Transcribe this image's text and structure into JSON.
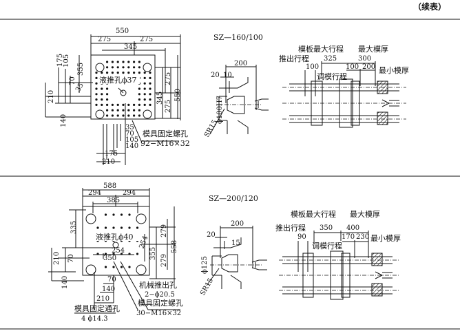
{
  "header": {
    "continued": "（续表）"
  },
  "models": [
    {
      "name": "SZ—160/100",
      "plate": {
        "top": [
          "550",
          "275",
          "275",
          "345"
        ],
        "right": [
          "275",
          "275",
          "345",
          "550"
        ],
        "left": [
          "175",
          "105",
          "355",
          "70",
          "35",
          "210",
          "140"
        ],
        "bottom": [
          "35",
          "70",
          "105",
          "140",
          "175",
          "210"
        ],
        "hydraulic_hole": "液推孔ϕ37",
        "mount_label": "模具固定螺孔",
        "mount_spec": "92−M16×32"
      },
      "nozzle": {
        "len": "200",
        "d1": "20",
        "d2": "10",
        "dia": "ϕ100H7",
        "sr": "SR15"
      },
      "platen": {
        "max_stroke": "模板最大行程",
        "max_thick": "最大模厚",
        "eject_stroke": "推出行程",
        "v325": "325",
        "v300": "300",
        "eject_val": "100",
        "v100": "100",
        "v200": "200",
        "adjust_stroke": "调模行程",
        "min_thick": "最小模厚"
      }
    },
    {
      "name": "SZ—200/120",
      "plate": {
        "top": [
          "588",
          "294",
          "294",
          "385"
        ],
        "left": [
          "335",
          "210",
          "70",
          "140"
        ],
        "right": [
          "254",
          "355",
          "279",
          "279",
          "558"
        ],
        "hydraulic_hole": "液推孔ϕ40",
        "inner": [
          "254",
          "350"
        ],
        "bottom": [
          "70",
          "140",
          "210"
        ],
        "eject_label": "机械推出孔",
        "eject_spec": "2−ϕ20.5",
        "mount_label": "模具固定螺孔",
        "mount_spec": "30−M16×32",
        "through_label": "模具固定通孔",
        "through_spec": "4  ϕ14.3"
      },
      "nozzle": {
        "len": "200",
        "d1": "20",
        "d2": "15",
        "dia": "ϕ125",
        "sr": "SR15"
      },
      "platen": {
        "max_stroke": "模板最大行程",
        "max_thick": "最大模厚",
        "eject_stroke": "推出行程",
        "v350": "350",
        "v400": "400",
        "eject_val": "90",
        "v170": "170",
        "v230": "230",
        "adjust_stroke": "调模行程",
        "min_thick": "最小模厚"
      }
    }
  ]
}
